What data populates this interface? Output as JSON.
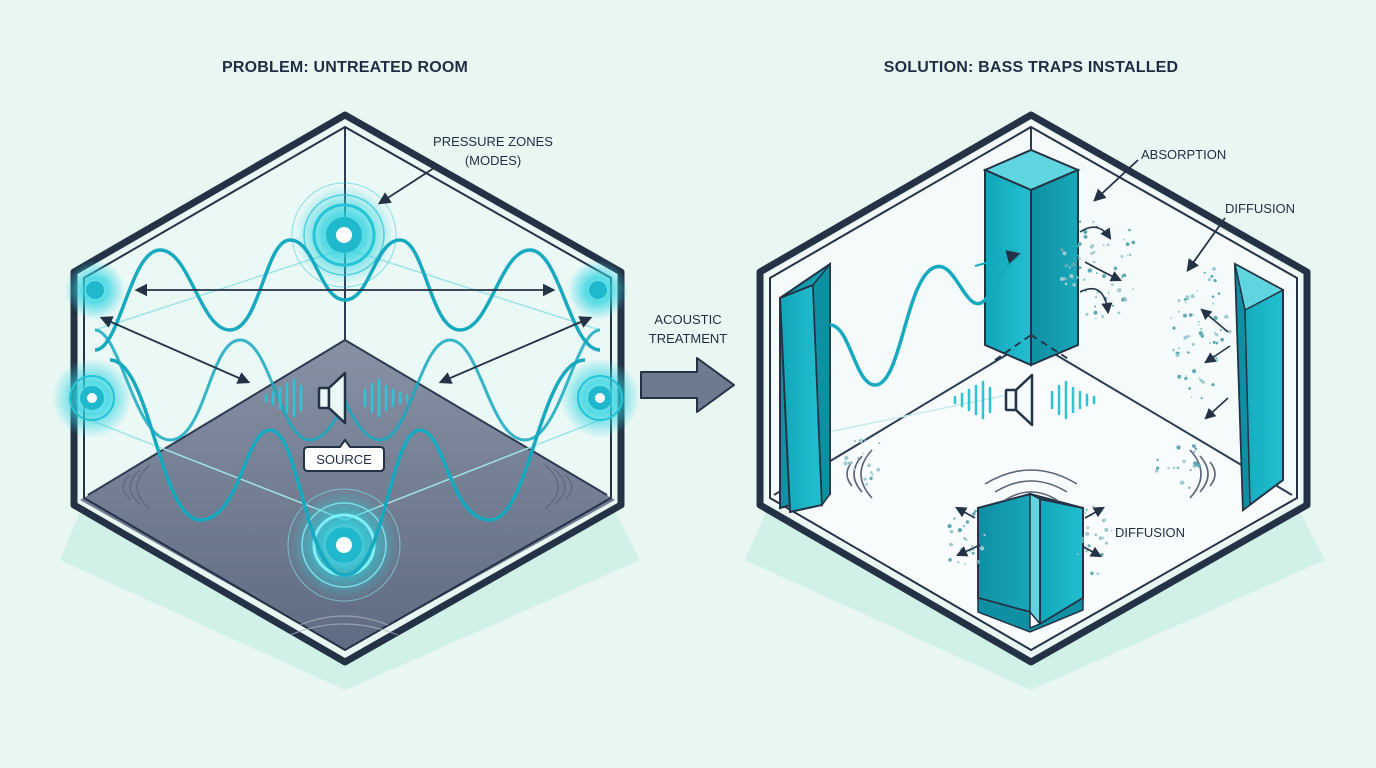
{
  "problem": {
    "title": "PROBLEM: UNTREATED ROOM",
    "pressure_label_line1": "PRESSURE ZONES",
    "pressure_label_line2": "(MODES)",
    "source_label": "SOURCE"
  },
  "transition": {
    "label_line1": "ACOUSTIC",
    "label_line2": "TREATMENT"
  },
  "solution": {
    "title": "SOLUTION: BASS TRAPS INSTALLED",
    "absorption_label": "ABSORPTION",
    "diffusion_label_top": "DIFFUSION",
    "diffusion_label_bottom": "DIFFUSION"
  },
  "colors": {
    "background": "#e9f7f3",
    "outline": "#243246",
    "wave": "#16a9bf",
    "trap": "#1ab4c6",
    "floor_problem": "#6e7a90"
  }
}
